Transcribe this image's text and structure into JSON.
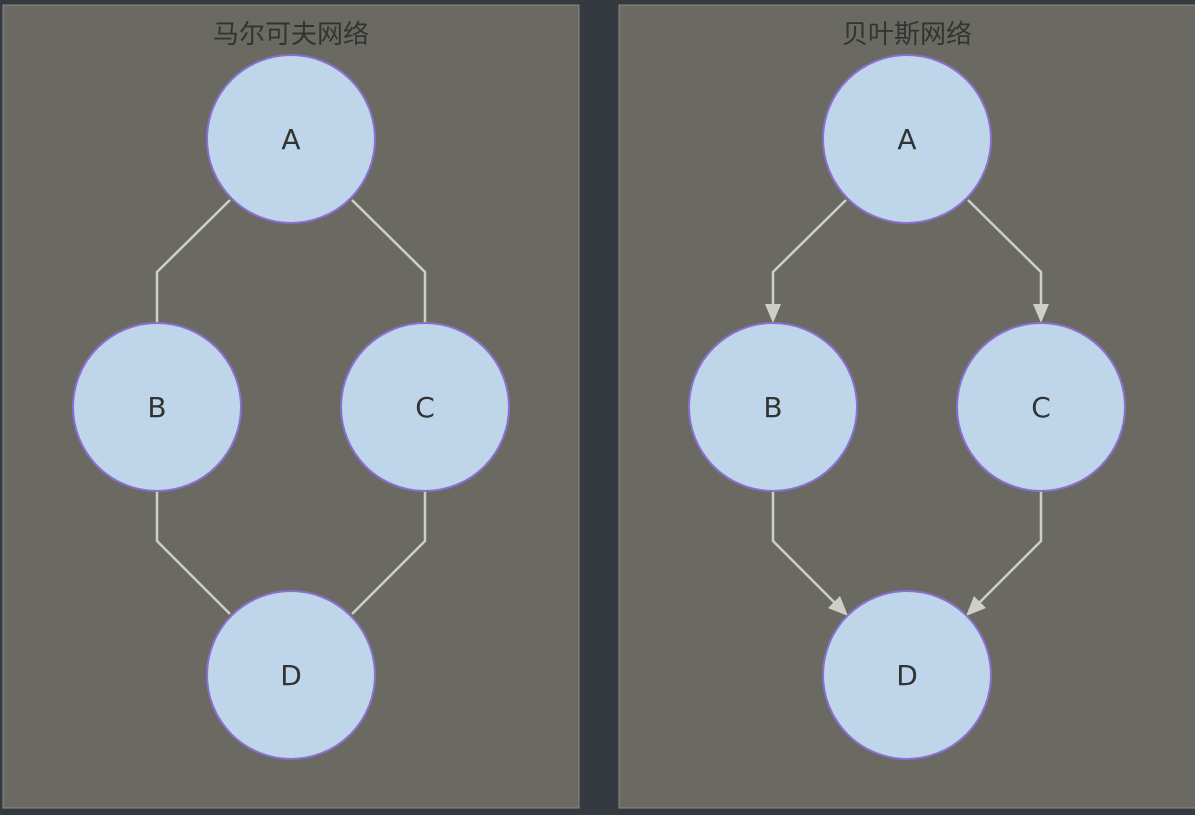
{
  "panels": [
    {
      "title": "马尔可夫网络",
      "directed": false,
      "nodes": {
        "a": "A",
        "b": "B",
        "c": "C",
        "d": "D"
      },
      "edges": [
        [
          "A",
          "B"
        ],
        [
          "A",
          "C"
        ],
        [
          "B",
          "D"
        ],
        [
          "C",
          "D"
        ]
      ]
    },
    {
      "title": "贝叶斯网络",
      "directed": true,
      "nodes": {
        "a": "A",
        "b": "B",
        "c": "C",
        "d": "D"
      },
      "edges": [
        [
          "A",
          "B"
        ],
        [
          "A",
          "C"
        ],
        [
          "B",
          "D"
        ],
        [
          "C",
          "D"
        ]
      ]
    }
  ],
  "colors": {
    "background": "#343a40",
    "panel": "#6b6a62",
    "node_fill": "#bed5ea",
    "node_stroke": "#8a6fd1",
    "edge": "#cfcfc9",
    "text": "#333333"
  }
}
